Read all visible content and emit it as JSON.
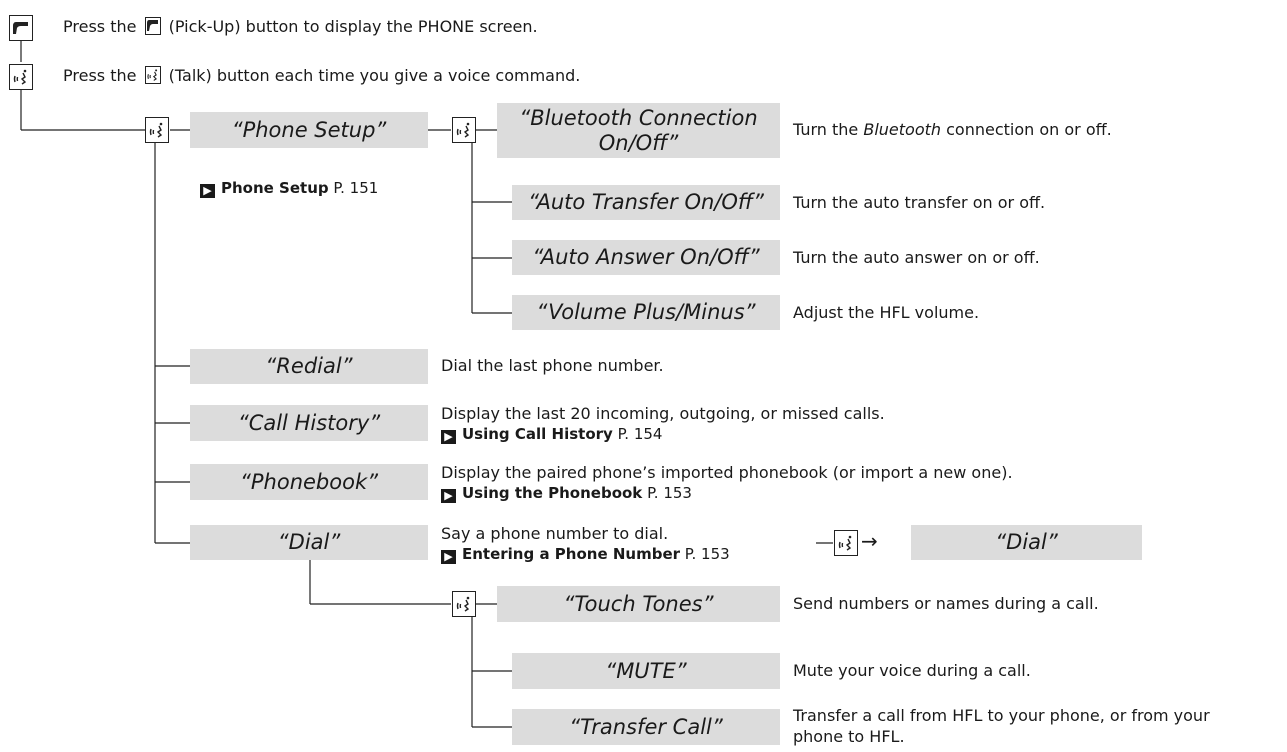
{
  "header": {
    "pickup": {
      "prefix": "Press the",
      "suffix": "(Pick-Up) button to display the PHONE screen."
    },
    "talk": {
      "prefix": "Press the",
      "suffix": "(Talk) button each time you give a voice command."
    }
  },
  "phone_setup": {
    "command": "“Phone Setup”",
    "ref_title": "Phone Setup",
    "ref_page": "P. 151",
    "items": [
      {
        "command": "“Bluetooth Connection On/Off”",
        "desc_pre": "Turn the ",
        "desc_em": "Bluetooth",
        "desc_post": " connection on or off."
      },
      {
        "command": "“Auto Transfer On/Off”",
        "desc": "Turn the auto transfer on or off."
      },
      {
        "command": "“Auto Answer On/Off”",
        "desc": "Turn the auto answer on or off."
      },
      {
        "command": "“Volume Plus/Minus”",
        "desc": "Adjust the HFL volume."
      }
    ]
  },
  "commands": {
    "redial": {
      "command": "“Redial”",
      "desc": "Dial the last phone number."
    },
    "call_history": {
      "command": "“Call History”",
      "desc": "Display the last 20 incoming, outgoing, or missed calls.",
      "ref_title": "Using Call History",
      "ref_page": "P. 154"
    },
    "phonebook": {
      "command": "“Phonebook”",
      "desc": "Display the paired phone’s imported phonebook (or import a new one).",
      "ref_title": "Using the Phonebook",
      "ref_page": "P. 153"
    },
    "dial": {
      "command": "“Dial”",
      "desc": "Say a phone number to dial.",
      "ref_title": "Entering a Phone Number",
      "ref_page": "P. 153",
      "next_command": "“Dial”"
    }
  },
  "in_call": {
    "items": [
      {
        "command": "“Touch Tones”",
        "desc": "Send numbers or names during a call."
      },
      {
        "command": "“MUTE”",
        "desc": "Mute your voice during a call."
      },
      {
        "command": "“Transfer Call”",
        "desc": "Transfer a call from HFL to your phone, or from your phone to HFL."
      }
    ]
  },
  "icons": {
    "pickup": "phone-pickup-icon",
    "talk": "voice-talk-icon",
    "ref_arrow": "reference-arrow-icon"
  },
  "colors": {
    "command_box": "#dcdcdc",
    "text": "#1a1a1a",
    "line": "#222222"
  }
}
